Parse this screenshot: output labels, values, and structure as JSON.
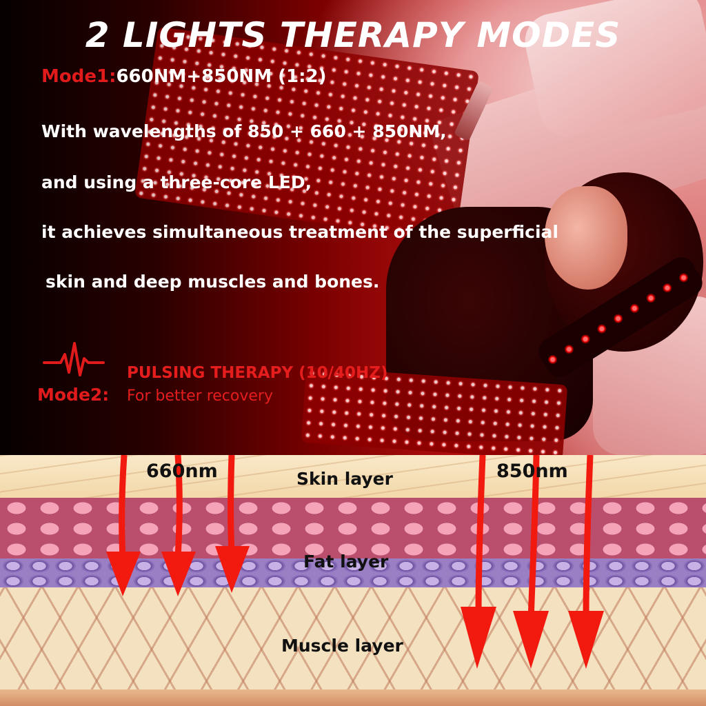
{
  "title": "2 LIGHTS THERAPY MODES",
  "mode1": {
    "label": "Mode1:",
    "spec": "660NM+850NM (1:2)",
    "lines": [
      "With wavelengths of 850 + 660 + 850NM,",
      "and using a three-core LED,",
      "it achieves simultaneous treatment of the superficial",
      "skin and deep muscles and bones."
    ]
  },
  "mode2": {
    "label": "Mode2:",
    "title": "PULSING THERAPY (10/40HZ)",
    "subtitle": "For better recovery",
    "icon": "pulse-heartbeat-icon"
  },
  "diagram": {
    "wave_left": "660nm",
    "wave_right": "850nm",
    "layers": {
      "skin": "Skin layer",
      "fat": "Fat layer",
      "muscle": "Muscle layer"
    },
    "arrow_color": "#f21a0f"
  },
  "colors": {
    "accent_red": "#e11b1b",
    "text_white": "#ffffff"
  }
}
